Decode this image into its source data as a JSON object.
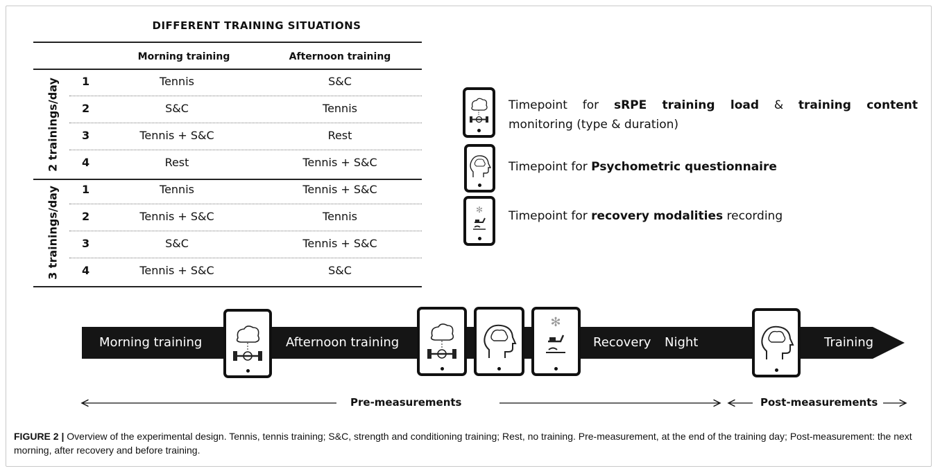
{
  "table": {
    "title": "DIFFERENT TRAINING SITUATIONS",
    "col_morning": "Morning training",
    "col_afternoon": "Afternoon training",
    "group1_label": "2 trainings/day",
    "group2_label": "3 trainings/day",
    "rows": [
      {
        "num": "1",
        "morning": "Tennis",
        "afternoon": "S&C"
      },
      {
        "num": "2",
        "morning": "S&C",
        "afternoon": "Tennis"
      },
      {
        "num": "3",
        "morning": "Tennis + S&C",
        "afternoon": "Rest"
      },
      {
        "num": "4",
        "morning": "Rest",
        "afternoon": "Tennis + S&C"
      },
      {
        "num": "1",
        "morning": "Tennis",
        "afternoon": "Tennis + S&C"
      },
      {
        "num": "2",
        "morning": "Tennis + S&C",
        "afternoon": "Tennis"
      },
      {
        "num": "3",
        "morning": "S&C",
        "afternoon": "Tennis + S&C"
      },
      {
        "num": "4",
        "morning": "Tennis + S&C",
        "afternoon": "S&C"
      }
    ]
  },
  "legend": {
    "srpe": {
      "prefix": "Timepoint for ",
      "b1": "sRPE training load",
      "mid": " & ",
      "b2": "training content",
      "line2": "monitoring (type & duration)"
    },
    "psych": {
      "prefix": "Timepoint for ",
      "bold": "Psychometric questionnaire"
    },
    "recovery": {
      "prefix": "Timepoint for ",
      "bold": "recovery modalities",
      "suffix": " recording"
    }
  },
  "timeline": {
    "morning": "Morning training",
    "afternoon": "Afternoon training",
    "recovery": "Recovery",
    "night": "Night",
    "training": "Training",
    "pre": "Pre-measurements",
    "post": "Post-measurements"
  },
  "caption": {
    "label": "FIGURE 2 |",
    "text": " Overview of the experimental design. Tennis, tennis training; S&C, strength and conditioning training; Rest, no training. Pre-measurement, at the end of the training day; Post-measurement: the next morning, after recovery and before training."
  },
  "icons": {
    "srpe": "brain-dumbbell-icon",
    "psych": "head-brain-icon",
    "recovery": "recovery-modalities-icon"
  }
}
